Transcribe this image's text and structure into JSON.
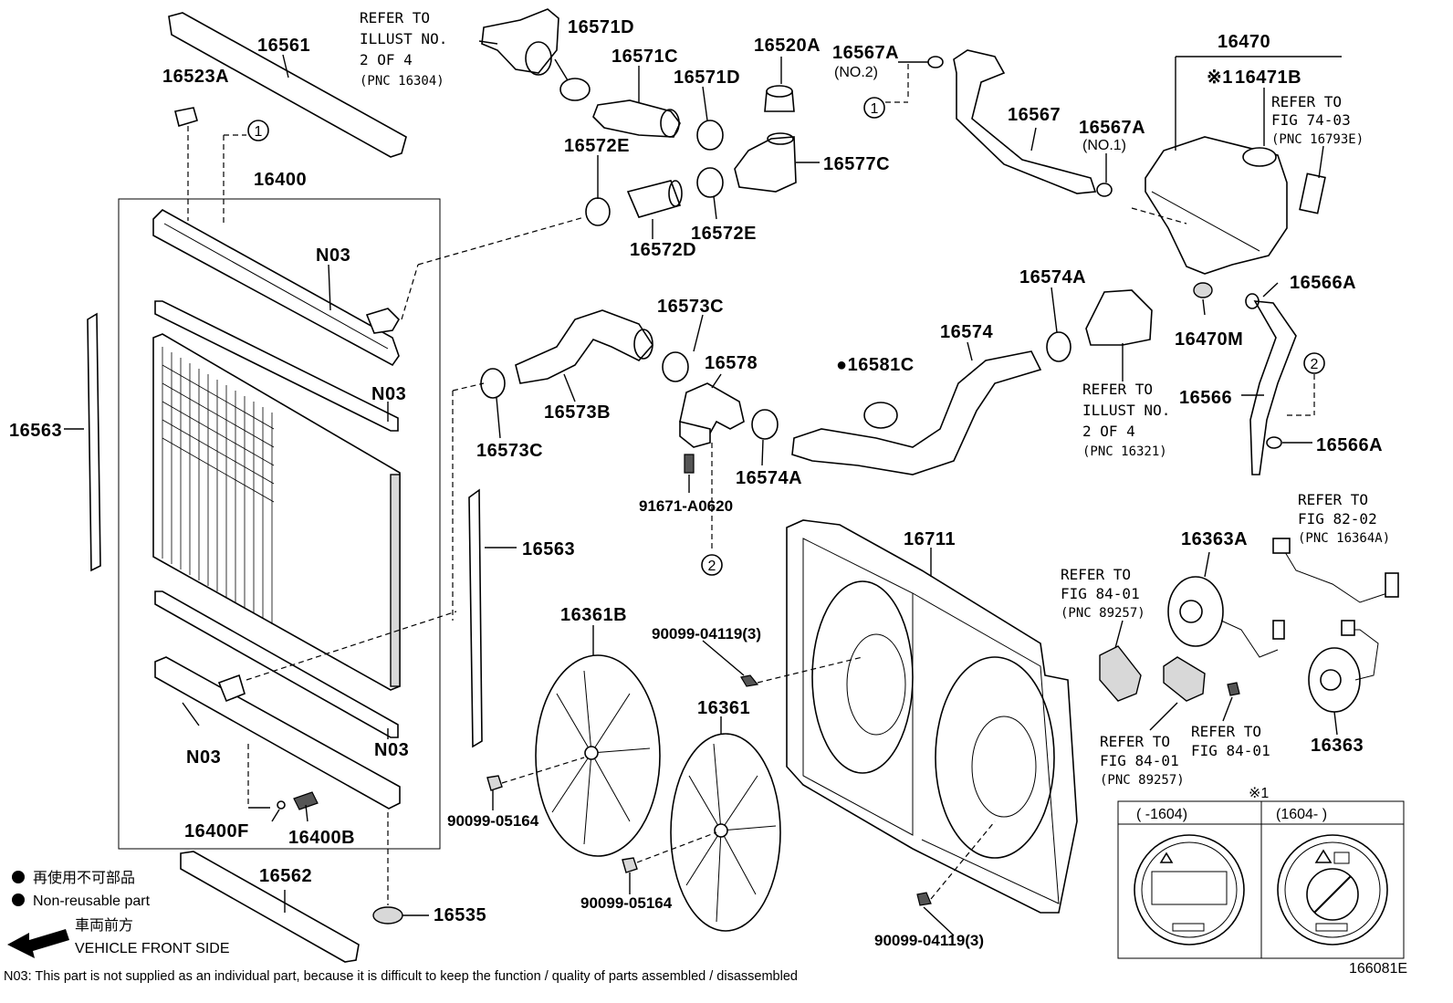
{
  "parts": {
    "p16561": "16561",
    "p16523A": "16523A",
    "p16400": "16400",
    "n03_a": "N03",
    "n03_b": "N03",
    "n03_c": "N03",
    "n03_d": "N03",
    "p16563_left": "16563",
    "p16563_mid": "16563",
    "p16400F": "16400F",
    "p16400B": "16400B",
    "p16562": "16562",
    "p16535": "16535",
    "p16571D_a": "16571D",
    "p16571C": "16571C",
    "p16571D_b": "16571D",
    "p16520A": "16520A",
    "p16572E_a": "16572E",
    "p16577C": "16577C",
    "p16572D": "16572D",
    "p16572E_b": "16572E",
    "p16567A_no2": "16567A",
    "no2": "(NO.2)",
    "p16567": "16567",
    "p16567A_no1": "16567A",
    "no1": "(NO.1)",
    "p16470": "16470",
    "p16471B": "16471B",
    "mark_note": "※1",
    "p16566A_a": "16566A",
    "p16470M": "16470M",
    "p16566": "16566",
    "p16566A_b": "16566A",
    "p16574A_a": "16574A",
    "p16574": "16574",
    "p16581C": "●16581C",
    "p16573C_a": "16573C",
    "p16578": "16578",
    "p16573B": "16573B",
    "p16573C_b": "16573C",
    "p16574A_b": "16574A",
    "p91671": "91671-A0620",
    "p16711": "16711",
    "p16361B": "16361B",
    "p90099_04119_a": "90099-04119(3)",
    "p16361": "16361",
    "p90099_05164_a": "90099-05164",
    "p90099_05164_b": "90099-05164",
    "p90099_04119_b": "90099-04119(3)",
    "p16363A": "16363A",
    "p16363": "16363",
    "fig_id": "166081E"
  },
  "refs": {
    "ref_16304": [
      "REFER TO",
      "ILLUST NO.",
      "2 OF 4",
      "(PNC 16304)"
    ],
    "ref_16793E": [
      "REFER TO",
      "FIG 74-03",
      "(PNC 16793E)"
    ],
    "ref_16321": [
      "REFER TO",
      "ILLUST NO.",
      "2 OF 4",
      "(PNC 16321)"
    ],
    "ref_89257_a": [
      "REFER TO",
      "FIG 84-01",
      "(PNC 89257)"
    ],
    "ref_89257_b": [
      "REFER TO",
      "FIG 84-01",
      "(PNC 89257)"
    ],
    "ref_8401": [
      "REFER TO",
      "FIG 84-01"
    ],
    "ref_16364A": [
      "REFER TO",
      "FIG 82-02",
      "(PNC 16364A)"
    ]
  },
  "callouts": {
    "c1_a": "1",
    "c1_b": "1",
    "c2_a": "2",
    "c2_b": "2"
  },
  "inset": {
    "mark": "※1",
    "col_left": "(    -1604)",
    "col_right": "(1604-    )"
  },
  "legend": {
    "jp": "再使用不可部品",
    "en": "Non-reusable part",
    "front_jp": "車両前方",
    "front_en": "VEHICLE FRONT SIDE",
    "note": "N03: This part is not supplied as an individual part, because it is difficult to keep the function / quality of parts assembled / disassembled"
  }
}
